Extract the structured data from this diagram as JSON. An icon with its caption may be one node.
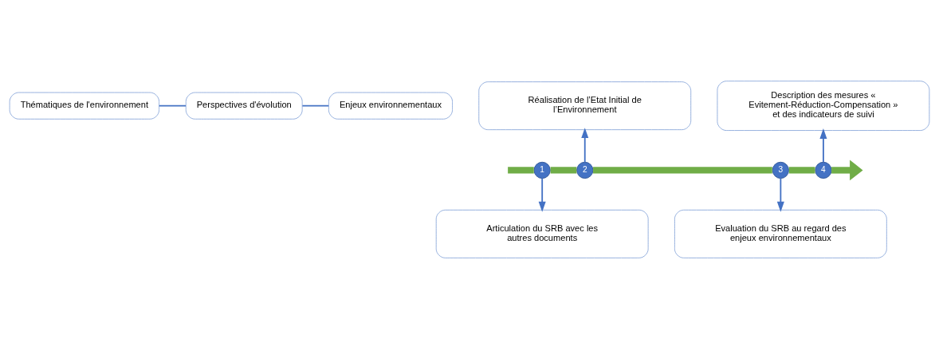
{
  "diagram": {
    "nodes": [
      {
        "text": [
          "Thématiques de l'environnement"
        ]
      },
      {
        "text": [
          "Perspectives d'évolution"
        ]
      },
      {
        "text": [
          "Enjeux environnementaux"
        ]
      },
      {
        "text": [
          "Réalisation de l’Etat Initial de l’Environnement"
        ]
      },
      {
        "text": [
          "Description des mesures « Evitement-Réduction-Compensation » et des indicateurs de suivi"
        ]
      },
      {
        "text": [
          "1"
        ]
      },
      {
        "text": [
          "2"
        ]
      },
      {
        "text": [
          "3"
        ]
      },
      {
        "text": [
          "4"
        ]
      },
      {
        "text": [
          "Articulation du SRB avec les autres documents"
        ]
      },
      {
        "text": [
          "Evaluation du SRB au regard des enjeux environnementaux"
        ]
      }
    ],
    "edges": [
      {
        "from": 0,
        "to": 1,
        "arrow": "none"
      },
      {
        "from": 1,
        "to": 2,
        "arrow": "none"
      },
      {
        "from": 6,
        "to": 3,
        "arrow": "to"
      },
      {
        "from": 8,
        "to": 4,
        "arrow": "to"
      },
      {
        "from": 5,
        "to": 9,
        "arrow": "to"
      },
      {
        "from": 7,
        "to": 10,
        "arrow": "to"
      },
      {
        "from": null,
        "to": 5,
        "arrow": "none",
        "style": "thick",
        "color": "#70ad47"
      },
      {
        "from": 5,
        "to": 6,
        "arrow": "none",
        "style": "thick",
        "color": "#70ad47"
      },
      {
        "from": 6,
        "to": 7,
        "arrow": "none",
        "style": "thick",
        "color": "#70ad47"
      },
      {
        "from": 7,
        "to": 8,
        "arrow": "none",
        "style": "thick",
        "color": "#70ad47"
      },
      {
        "from": 8,
        "to": null,
        "arrow": "to",
        "style": "thick",
        "color": "#70ad47"
      }
    ]
  }
}
